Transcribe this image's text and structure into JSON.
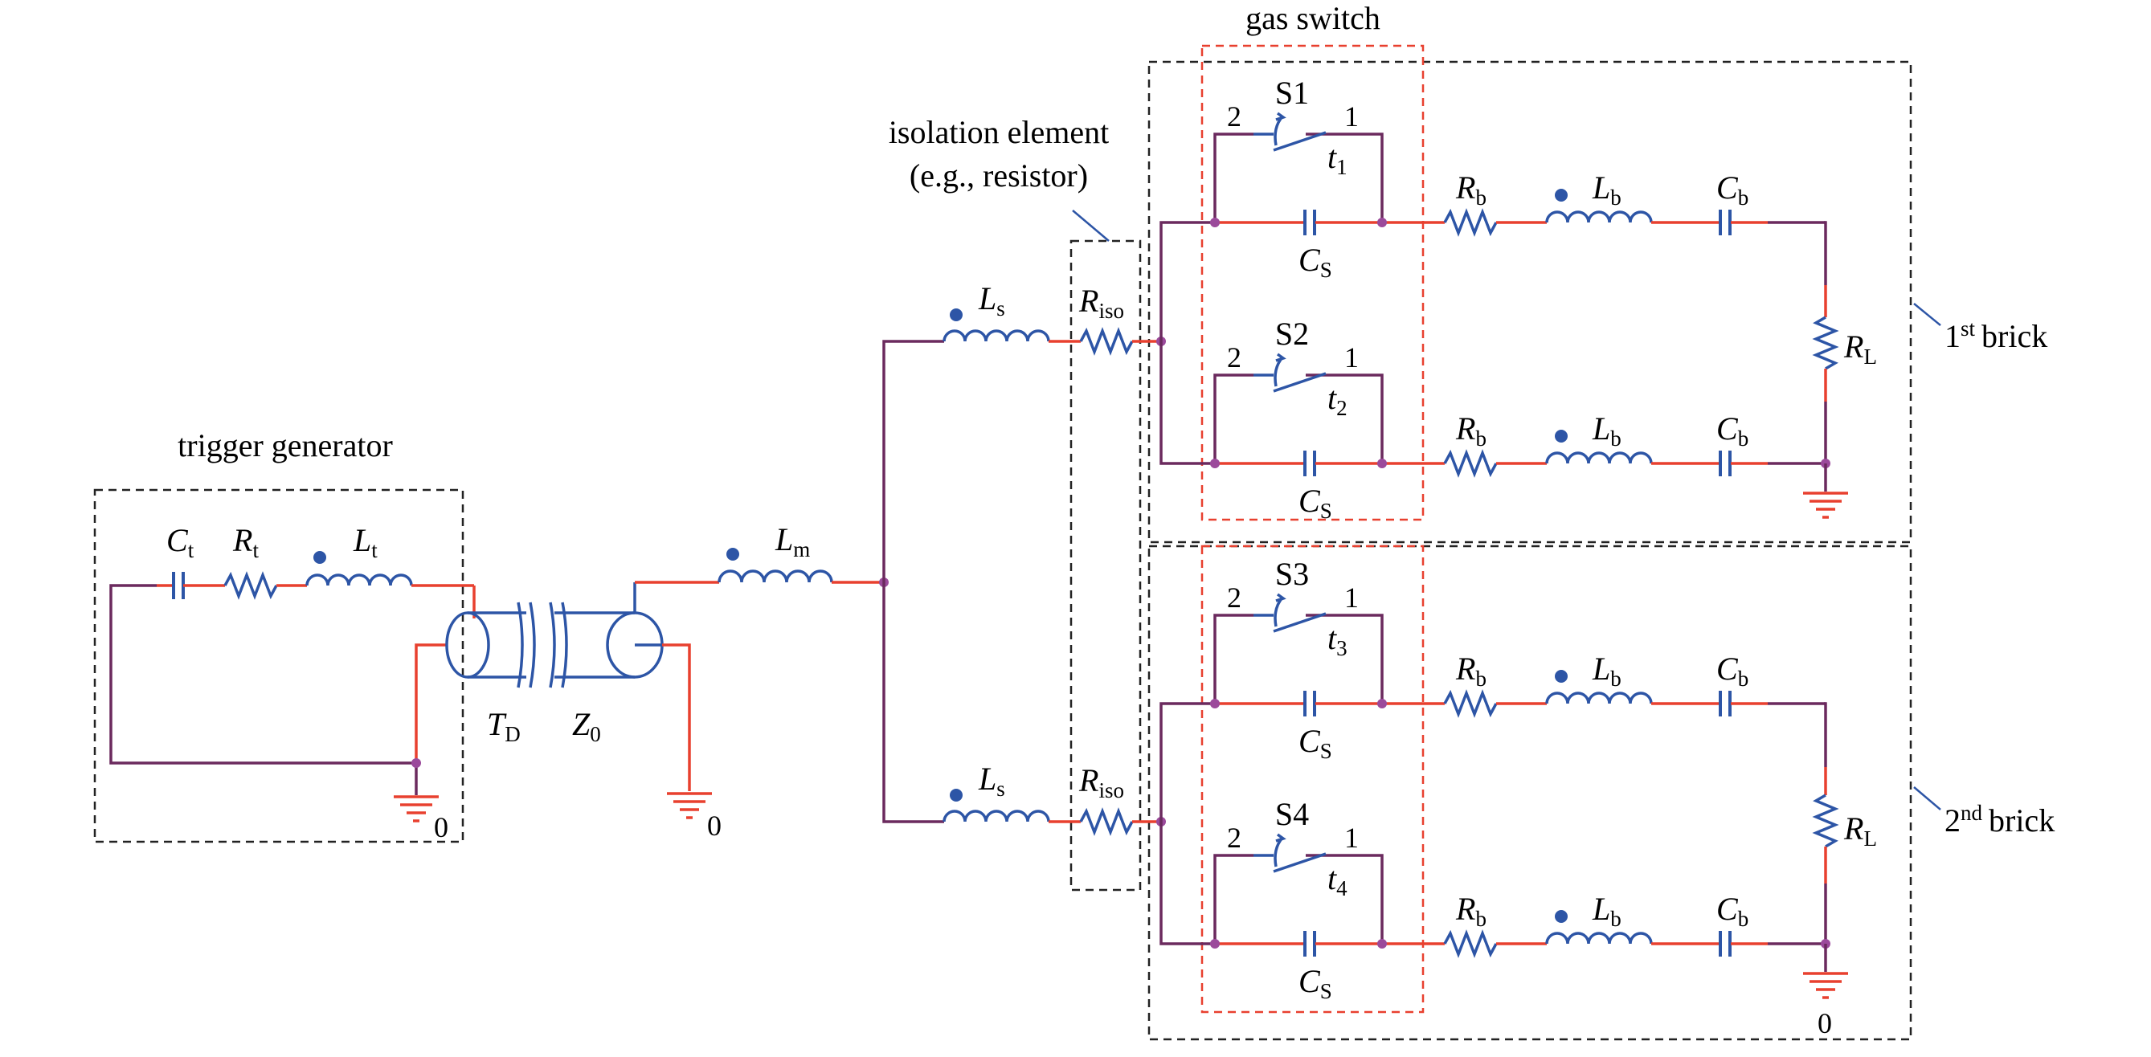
{
  "labels": {
    "gas_switch": "gas switch",
    "isolation_line1": "isolation element",
    "isolation_line2": "(e.g., resistor)",
    "trigger_generator": "trigger generator",
    "brick1_num": "1",
    "brick1_sup": "st",
    "brick1_word": "brick",
    "brick2_num": "2",
    "brick2_sup": "nd",
    "brick2_word": "brick",
    "ground_zero": "0"
  },
  "symbols": {
    "Ct": {
      "main": "C",
      "sub": "t"
    },
    "Rt": {
      "main": "R",
      "sub": "t"
    },
    "Lt": {
      "main": "L",
      "sub": "t"
    },
    "TD": {
      "main": "T",
      "sub": "D"
    },
    "Z0": {
      "main": "Z",
      "sub": "0"
    },
    "Lm": {
      "main": "L",
      "sub": "m"
    },
    "Ls": {
      "main": "L",
      "sub": "s"
    },
    "Riso": {
      "main": "R",
      "sub": "iso"
    },
    "Rb": {
      "main": "R",
      "sub": "b"
    },
    "Lb": {
      "main": "L",
      "sub": "b"
    },
    "Cb": {
      "main": "C",
      "sub": "b"
    },
    "Cs": {
      "main": "C",
      "sub": "S"
    },
    "RL": {
      "main": "R",
      "sub": "L"
    }
  },
  "switches": [
    {
      "name": "S1",
      "t_main": "t",
      "t_sub": "1",
      "pin_a": "2",
      "pin_b": "1"
    },
    {
      "name": "S2",
      "t_main": "t",
      "t_sub": "2",
      "pin_a": "2",
      "pin_b": "1"
    },
    {
      "name": "S3",
      "t_main": "t",
      "t_sub": "3",
      "pin_a": "2",
      "pin_b": "1"
    },
    {
      "name": "S4",
      "t_main": "t",
      "t_sub": "4",
      "pin_a": "2",
      "pin_b": "1"
    }
  ],
  "colors": {
    "wire_red": "#e8402f",
    "wire_purple": "#6b2a5e",
    "component_blue": "#2d55a6",
    "node": "#9b4a9b"
  }
}
